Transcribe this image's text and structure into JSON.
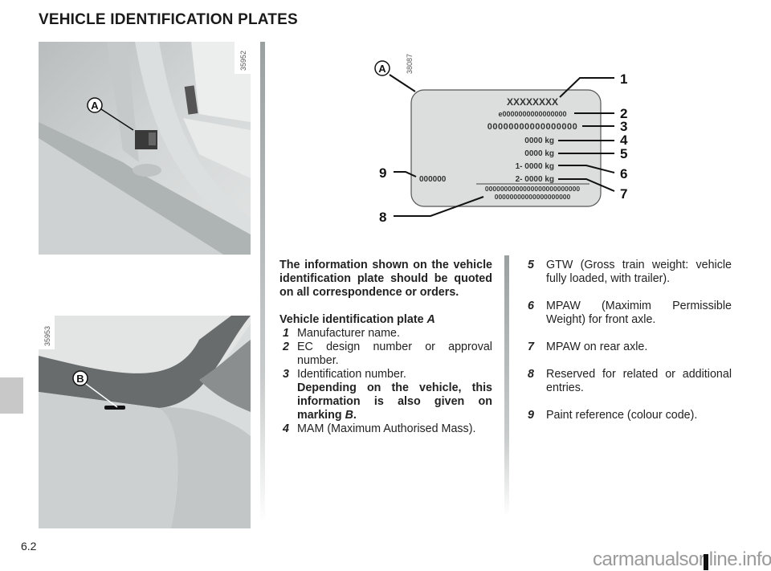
{
  "page": {
    "title": "VEHICLE IDENTIFICATION PLATES",
    "page_number": "6.2",
    "watermark": "carmanualsonline.info"
  },
  "figures": {
    "photo_top": {
      "ref": "35952",
      "marker": "A"
    },
    "photo_bottom": {
      "ref": "35953",
      "marker": "B"
    },
    "plate": {
      "ref": "38087",
      "marker": "A",
      "fields": {
        "manufacturer": "XXXXXXXX",
        "approval": "e0000000000000000",
        "vin": "00000000000000000",
        "mam": "0000 kg",
        "gtw": "0000 kg",
        "front_axle": "1- 0000 kg",
        "rear_axle": "2- 0000 kg",
        "paint": "000000",
        "reserved_1": "0000000000000000000000000",
        "reserved_2": "00000000000000000000"
      },
      "callouts": [
        "1",
        "2",
        "3",
        "4",
        "5",
        "6",
        "7",
        "8",
        "9"
      ]
    }
  },
  "text": {
    "intro": "The information shown on the vehicle identification plate should be quoted on all correspondence or orders.",
    "intro_html_hint": "",
    "plate_heading": "Vehicle identification plate ",
    "plate_heading_ref": "A",
    "items": [
      {
        "num": "1",
        "text": "Manufacturer name."
      },
      {
        "num": "2",
        "text": "EC design number or approval number."
      },
      {
        "num": "3",
        "text": "Identification number.",
        "note": "Depending on the vehicle, this information is also given on marking ",
        "note_ref": "B",
        "note_end": "."
      },
      {
        "num": "4",
        "text": "MAM (Maximum Authorised Mass)."
      },
      {
        "num": "5",
        "text": "GTW (Gross train weight: vehicle fully loaded, with trailer)."
      },
      {
        "num": "6",
        "text": "MPAW (Maximim Permissible Weight) for front axle."
      },
      {
        "num": "7",
        "text": "MPAW on rear axle."
      },
      {
        "num": "8",
        "text": "Reserved for related or additional entries."
      },
      {
        "num": "9",
        "text": "Paint reference (colour code)."
      }
    ]
  }
}
